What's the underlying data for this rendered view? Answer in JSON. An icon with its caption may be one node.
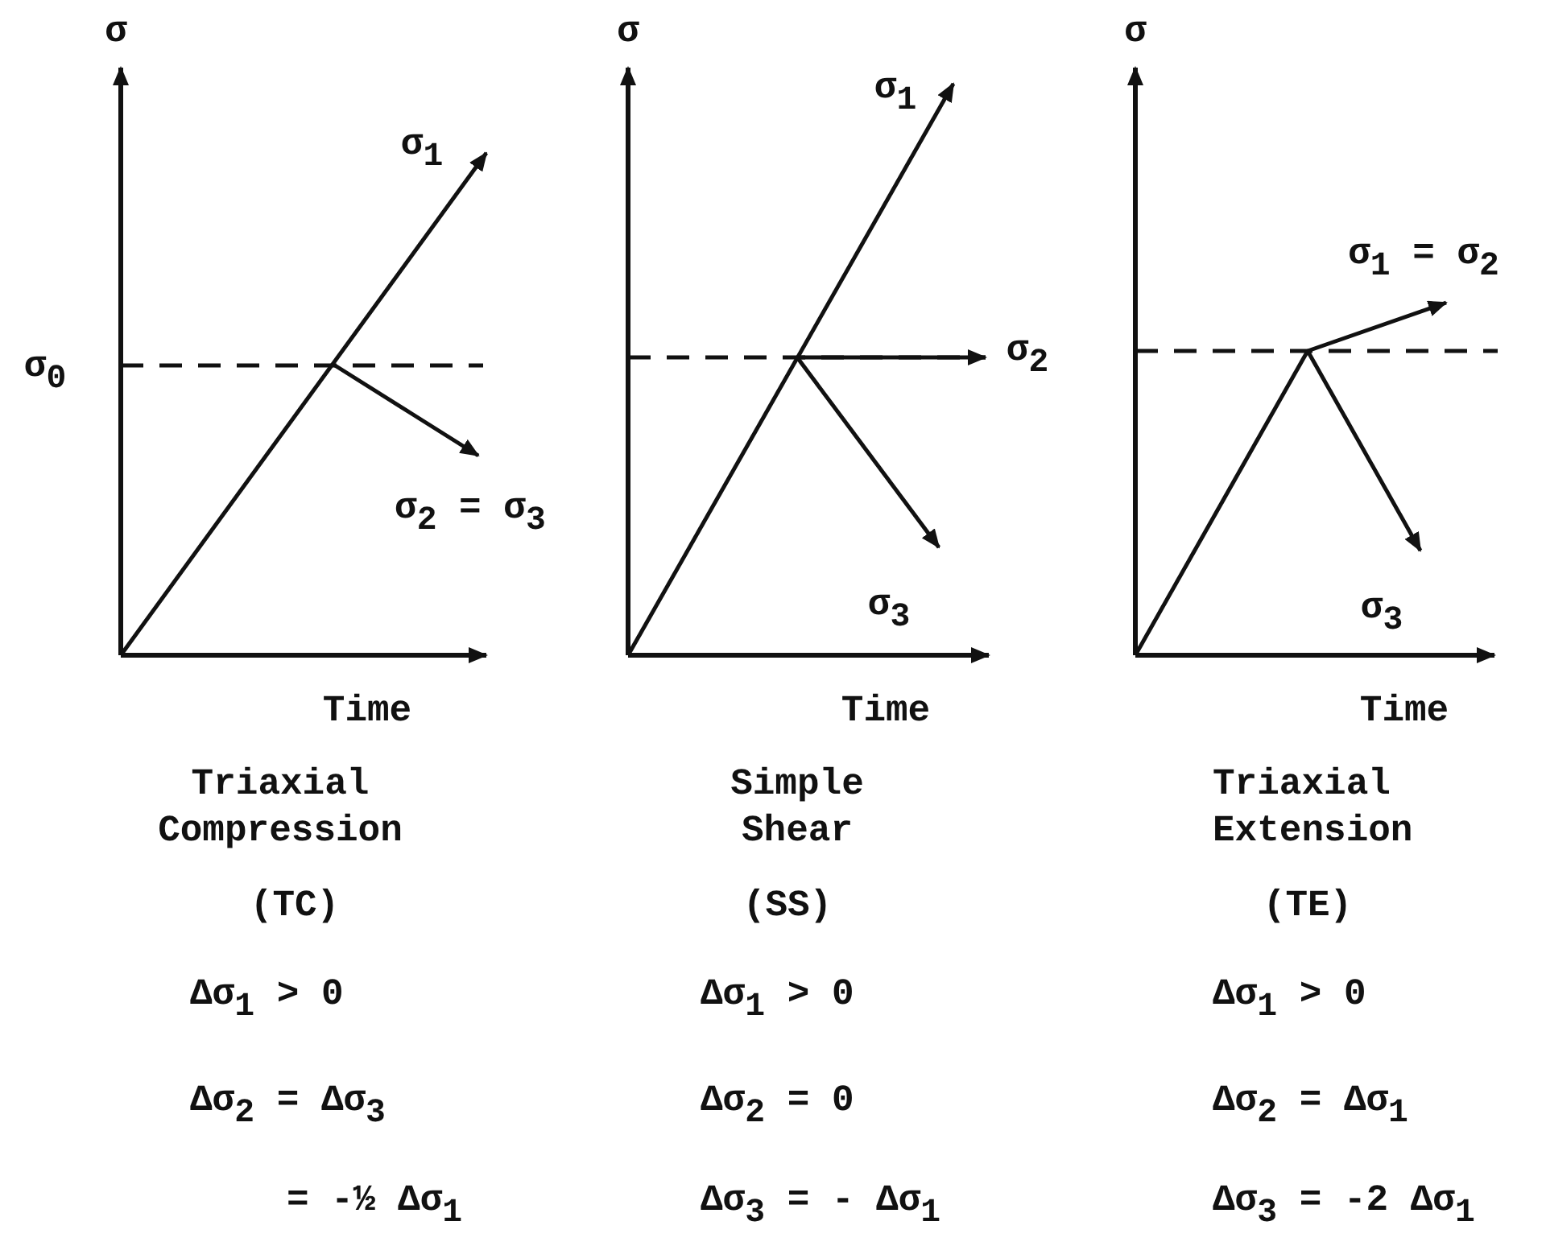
{
  "diagram": {
    "labels": [
      "σ",
      "σ$_{1}$",
      "σ$_{0}$",
      "σ$_{2}$ = σ$_{3}$",
      "Time",
      "Triaxial Compression",
      "(TC)",
      "Δσ$_{1}$ > 0",
      "Δσ$_{2}$ = Δσ$_{3}$",
      "= -½ Δσ$_{1}$",
      "σ",
      "σ$_{1}$",
      "σ$_{2}$",
      "σ$_{3}$",
      "Time",
      "Simple Shear",
      "(SS)",
      "Δσ$_{1}$ > 0",
      "Δσ$_{2}$ = 0",
      "Δσ$_{3}$ = - Δσ$_{1}$",
      "σ",
      "σ$_{1}$ = σ$_{2}$",
      "σ$_{3}$",
      "Time",
      "Triaxial Extension",
      "(TE)",
      "Δσ$_{1}$ > 0",
      "Δσ$_{2}$ = Δσ$_{1}$",
      "Δσ$_{3}$ = -2 Δσ$_{1}$"
    ]
  }
}
